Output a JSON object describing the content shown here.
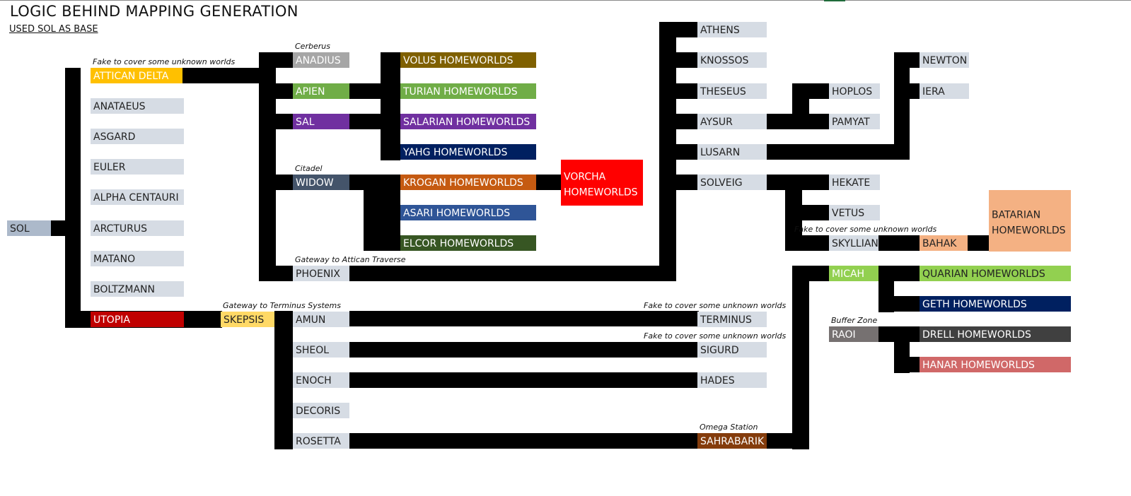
{
  "title": "LOGIC BEHIND MAPPING GENERATION",
  "subtitle": "USED SOL AS BASE",
  "colors": {
    "line": "#000000",
    "default_box": "#d6dce4",
    "text_dark": "#222222",
    "text_light": "#ffffff"
  },
  "nodes": [
    {
      "id": "sol",
      "label": "SOL",
      "color": "#acb9ca"
    },
    {
      "id": "attican-delta",
      "label": "ATTICAN DELTA",
      "color": "#ffc000",
      "text": "#ffffff"
    },
    {
      "id": "anataeus",
      "label": "ANATAEUS"
    },
    {
      "id": "asgard",
      "label": "ASGARD"
    },
    {
      "id": "euler",
      "label": "EULER"
    },
    {
      "id": "alpha-centauri",
      "label": "ALPHA CENTAURI"
    },
    {
      "id": "arcturus",
      "label": "ARCTURUS"
    },
    {
      "id": "matano",
      "label": "MATANO"
    },
    {
      "id": "boltzmann",
      "label": "BOLTZMANN"
    },
    {
      "id": "utopia",
      "label": "UTOPIA",
      "color": "#c00000",
      "text": "#ffffff"
    },
    {
      "id": "skepsis",
      "label": "SKEPSIS",
      "color": "#ffd966"
    },
    {
      "id": "anadius",
      "label": "ANADIUS",
      "color": "#a6a6a6",
      "text": "#ffffff"
    },
    {
      "id": "apien",
      "label": "APIEN",
      "color": "#70ad47",
      "text": "#ffffff"
    },
    {
      "id": "sal",
      "label": "SAL",
      "color": "#7030a0",
      "text": "#ffffff"
    },
    {
      "id": "widow",
      "label": "WIDOW",
      "color": "#44546a",
      "text": "#ffffff"
    },
    {
      "id": "phoenix",
      "label": "PHOENIX"
    },
    {
      "id": "volus-homeworlds",
      "label": "VOLUS HOMEWORLDS",
      "color": "#7f6000",
      "text": "#ffffff"
    },
    {
      "id": "turian-homeworlds",
      "label": "TURIAN HOMEWORLDS",
      "color": "#70ad47",
      "text": "#ffffff"
    },
    {
      "id": "salarian-homeworlds",
      "label": "SALARIAN HOMEWORLDS",
      "color": "#7030a0",
      "text": "#ffffff"
    },
    {
      "id": "yahg-homeworlds",
      "label": "YAHG HOMEWORLDS",
      "color": "#002060",
      "text": "#ffffff"
    },
    {
      "id": "krogan-homeworlds",
      "label": "KROGAN HOMEWORLDS",
      "color": "#c55a11",
      "text": "#ffffff"
    },
    {
      "id": "asari-homeworlds",
      "label": "ASARI HOMEWORLDS",
      "color": "#2f5597",
      "text": "#ffffff"
    },
    {
      "id": "elcor-homeworlds",
      "label": "ELCOR HOMEWORLDS",
      "color": "#375623",
      "text": "#ffffff"
    },
    {
      "id": "vorcha-homeworlds",
      "label": "VORCHA HOMEWORLDS",
      "color": "#ff0000",
      "text": "#ffffff",
      "lines": [
        "VORCHA",
        "HOMEWORLDS"
      ]
    },
    {
      "id": "amun",
      "label": "AMUN"
    },
    {
      "id": "sheol",
      "label": "SHEOL"
    },
    {
      "id": "enoch",
      "label": "ENOCH"
    },
    {
      "id": "decoris",
      "label": "DECORIS"
    },
    {
      "id": "rosetta",
      "label": "ROSETTA"
    },
    {
      "id": "terminus",
      "label": "TERMINUS"
    },
    {
      "id": "sigurd",
      "label": "SIGURD"
    },
    {
      "id": "hades",
      "label": "HADES"
    },
    {
      "id": "sahrabarik",
      "label": "SAHRABARIK",
      "color": "#843c0c",
      "text": "#ffffff"
    },
    {
      "id": "athens",
      "label": "ATHENS"
    },
    {
      "id": "knossos",
      "label": "KNOSSOS"
    },
    {
      "id": "theseus",
      "label": "THESEUS"
    },
    {
      "id": "aysur",
      "label": "AYSUR"
    },
    {
      "id": "lusarn",
      "label": "LUSARN"
    },
    {
      "id": "solveig",
      "label": "SOLVEIG"
    },
    {
      "id": "hoplos",
      "label": "HOPLOS"
    },
    {
      "id": "pamyat",
      "label": "PAMYAT"
    },
    {
      "id": "newton",
      "label": "NEWTON"
    },
    {
      "id": "iera",
      "label": "IERA"
    },
    {
      "id": "hekate",
      "label": "HEKATE"
    },
    {
      "id": "vetus",
      "label": "VETUS"
    },
    {
      "id": "skyllian",
      "label": "SKYLLIAN"
    },
    {
      "id": "bahak",
      "label": "BAHAK",
      "color": "#f4b183"
    },
    {
      "id": "batarian-homeworlds",
      "label": "BATARIAN HOMEWORLDS",
      "color": "#f4b183",
      "lines": [
        "BATARIAN",
        "HOMEWORLDS"
      ]
    },
    {
      "id": "micah",
      "label": "MICAH",
      "color": "#92d050",
      "text": "#ffffff"
    },
    {
      "id": "raoi",
      "label": "RAOI",
      "color": "#767171",
      "text": "#ffffff"
    },
    {
      "id": "quarian-homeworlds",
      "label": "QUARIAN HOMEWORLDS",
      "color": "#92d050"
    },
    {
      "id": "geth-homeworlds",
      "label": "GETH HOMEWORLDS",
      "color": "#002060",
      "text": "#ffffff"
    },
    {
      "id": "drell-homeworlds",
      "label": "DRELL HOMEWORLDS",
      "color": "#404040",
      "text": "#ffffff"
    },
    {
      "id": "hanar-homeworlds",
      "label": "HANAR HOMEWORLDS",
      "color": "#d06868",
      "text": "#ffffff"
    }
  ],
  "annotations": [
    {
      "id": "fake-attican",
      "text": "Fake to cover some unknown worlds"
    },
    {
      "id": "cerberus",
      "text": "Cerberus"
    },
    {
      "id": "citadel",
      "text": "Citadel"
    },
    {
      "id": "gateway-attican",
      "text": "Gateway to Attican Traverse"
    },
    {
      "id": "gateway-terminus",
      "text": "Gateway to Terminus Systems"
    },
    {
      "id": "fake-terminus",
      "text": "Fake to cover some unknown worlds"
    },
    {
      "id": "fake-sigurd",
      "text": "Fake to cover some unknown worlds"
    },
    {
      "id": "omega",
      "text": "Omega Station"
    },
    {
      "id": "fake-skyllian",
      "text": "Fake to cover some unknown worlds"
    },
    {
      "id": "buffer-zone",
      "text": "Buffer Zone"
    }
  ]
}
